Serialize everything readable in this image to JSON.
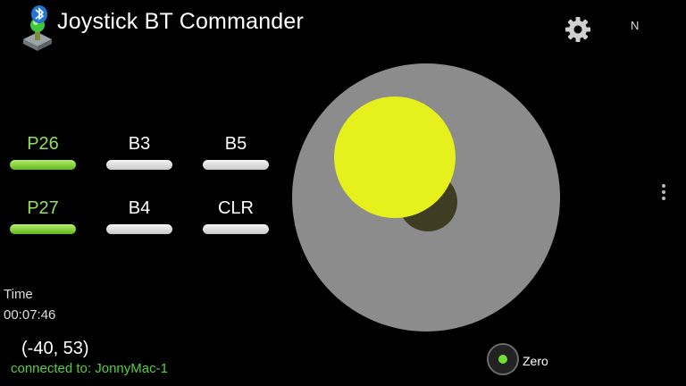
{
  "header": {
    "title": "Joystick BT Commander",
    "status_letter": "N",
    "icons": {
      "app": "joystick-bluetooth-icon",
      "settings": "gear-icon",
      "overflow": "overflow-menu-icon"
    }
  },
  "toggles": [
    {
      "label": "P26",
      "state": "on"
    },
    {
      "label": "B3",
      "state": "off"
    },
    {
      "label": "B5",
      "state": "off"
    },
    {
      "label": "P27",
      "state": "on"
    },
    {
      "label": "B4",
      "state": "off"
    },
    {
      "label": "CLR",
      "state": "off"
    }
  ],
  "time": {
    "label": "Time",
    "value": "00:07:46"
  },
  "joystick": {
    "coords_text": "(-40, 53)",
    "x": -40,
    "y": 53
  },
  "connection": {
    "text": "connected to: JonnyMac-1"
  },
  "zero": {
    "label": "Zero"
  },
  "colors": {
    "accent_green": "#8fe35a",
    "knob": "#e6f01d",
    "pad": "#8c8c8c",
    "status_green": "#53d23b"
  }
}
